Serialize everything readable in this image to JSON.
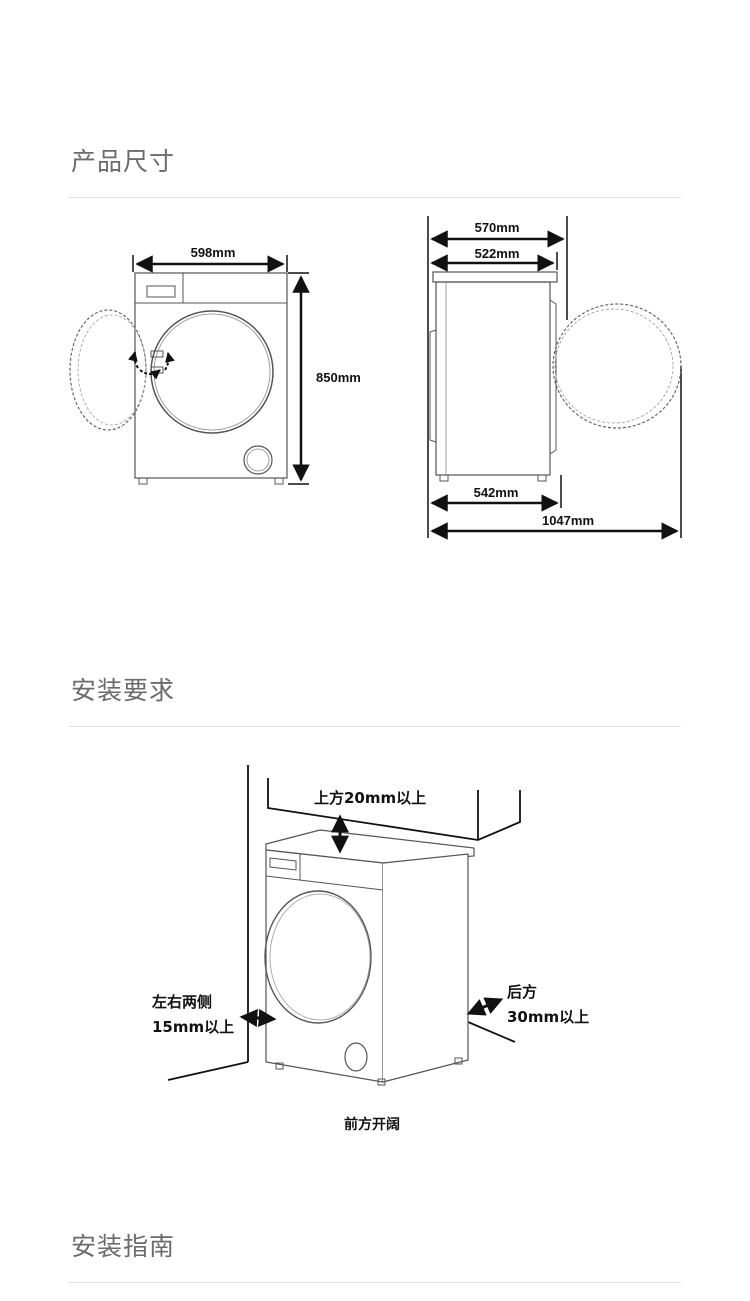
{
  "sections": {
    "dimensions": {
      "title": "产品尺寸"
    },
    "requirements": {
      "title": "安装要求"
    },
    "guide": {
      "title": "安装指南"
    }
  },
  "dimension_labels": {
    "front_width": "598mm",
    "height": "850mm",
    "depth_total": "570mm",
    "depth_body": "522mm",
    "depth_base": "542mm",
    "depth_door_open": "1047mm"
  },
  "requirement_labels": {
    "top": "上方20mm以上",
    "sides_line1": "左右两侧",
    "sides_line2": "15mm以上",
    "back_line1": "后方",
    "back_line2": "30mm以上",
    "front": "前方开阔"
  },
  "colors": {
    "title_gray": "#6b6b6b",
    "rule_gray": "#e2e2e2",
    "line_dark": "#111111",
    "outline_gray": "#555555"
  }
}
